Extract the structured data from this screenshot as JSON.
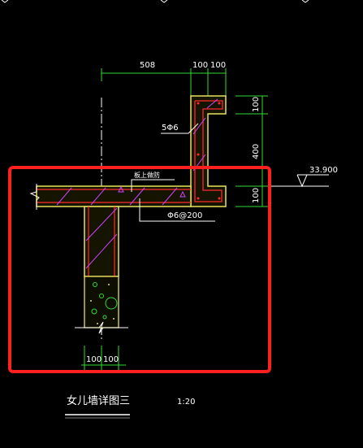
{
  "drawing": {
    "title": "女儿墙详图三",
    "scale": "1:20",
    "elevation": "33.900",
    "dims": {
      "top_508": "508",
      "top_100a": "100",
      "top_100b": "100",
      "right_100_top": "100",
      "right_400": "400",
      "right_100_bottom": "100",
      "bottom_100a": "100",
      "bottom_100b": "100"
    },
    "notes": {
      "rebar_top": "5Φ6",
      "stirrup": "Φ6@200",
      "slab_note": "板上做防"
    },
    "colors": {
      "background": "#000000",
      "concrete": "#e8e25a",
      "rebar": "#ff2a2a",
      "hatch": "#cc44ff",
      "dimension": "#33dd33",
      "highlight": "#ff2020"
    }
  }
}
